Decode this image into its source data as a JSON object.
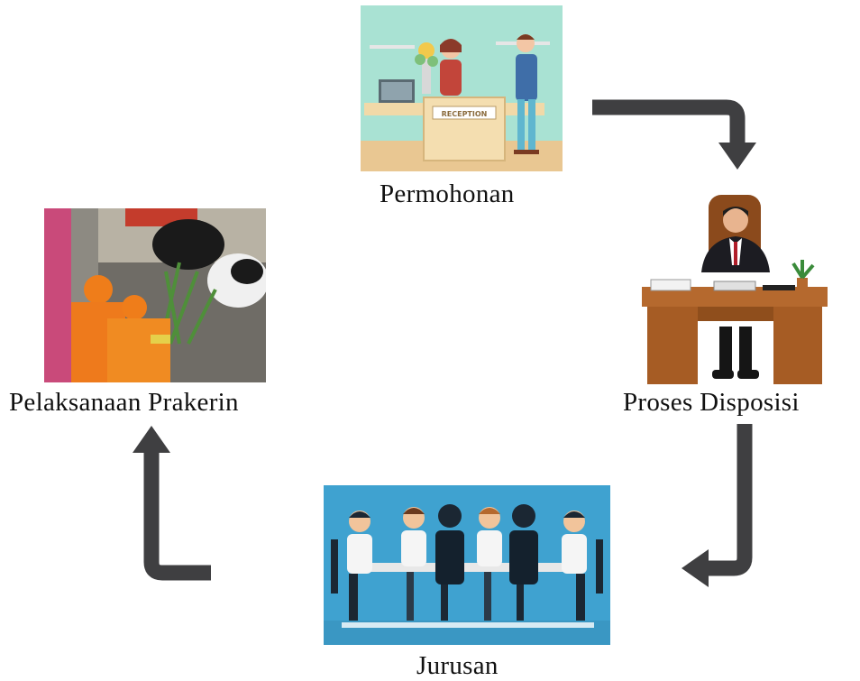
{
  "steps": {
    "permohonan": {
      "label": "Permohonan",
      "image": "reception-desk-illustration"
    },
    "disposisi": {
      "label": "Proses Disposisi",
      "image": "businessman-at-desk-illustration"
    },
    "jurusan": {
      "label": "Jurusan",
      "image": "meeting-table-illustration"
    },
    "prakerin": {
      "label": "Pelaksanaan Prakerin",
      "image": "students-feeding-cattle-photo"
    }
  },
  "colors": {
    "arrow": "#3f3f41",
    "reception_bg": "#a9e2d3",
    "meeting_bg": "#3fa2d0",
    "desk": "#b5692e"
  }
}
